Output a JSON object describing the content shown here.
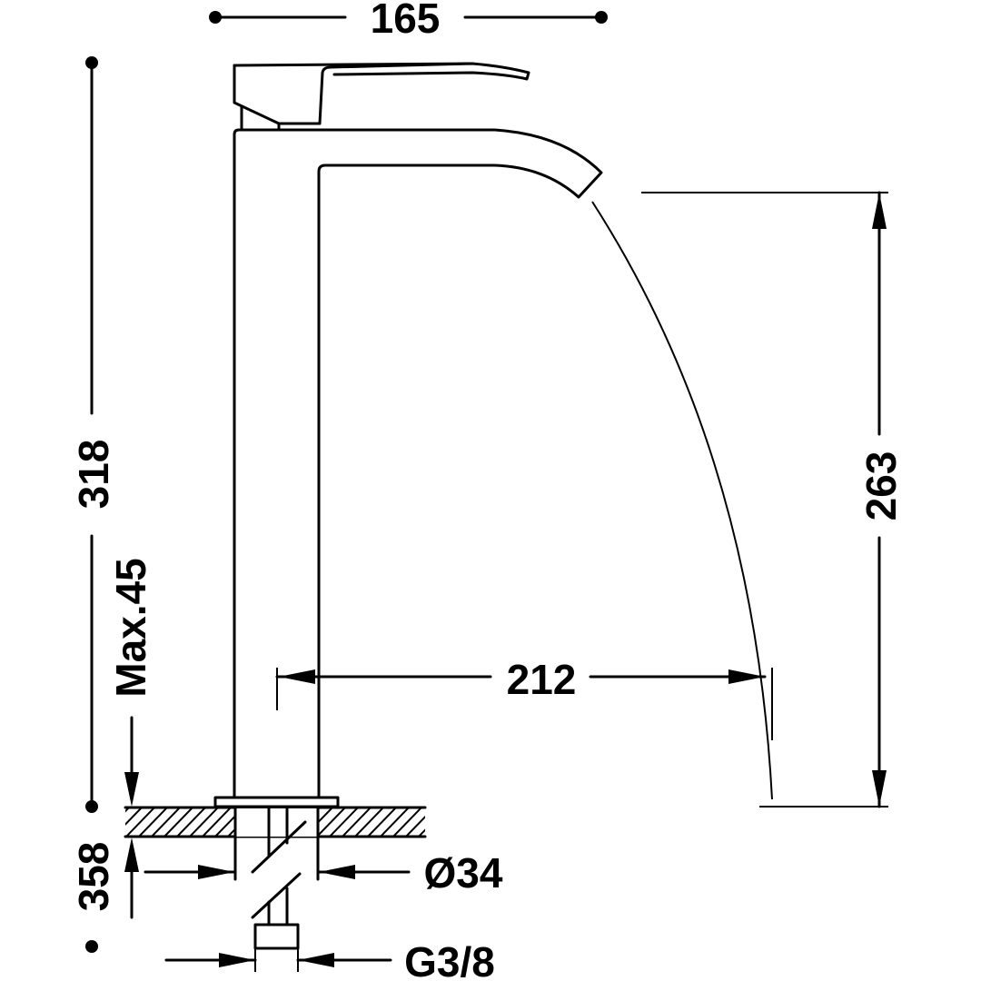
{
  "drawing": {
    "type": "faucet-technical-drawing",
    "colors": {
      "stroke": "#000000",
      "background": "#ffffff"
    },
    "dimensions": {
      "width_top": "165",
      "total_height": "318",
      "spout_height": "263",
      "spout_reach": "212",
      "max_deck_thickness": "Max.45",
      "overall_with_connection": "358",
      "hole_diameter": "Ø34",
      "connection_thread": "G3/8"
    }
  }
}
